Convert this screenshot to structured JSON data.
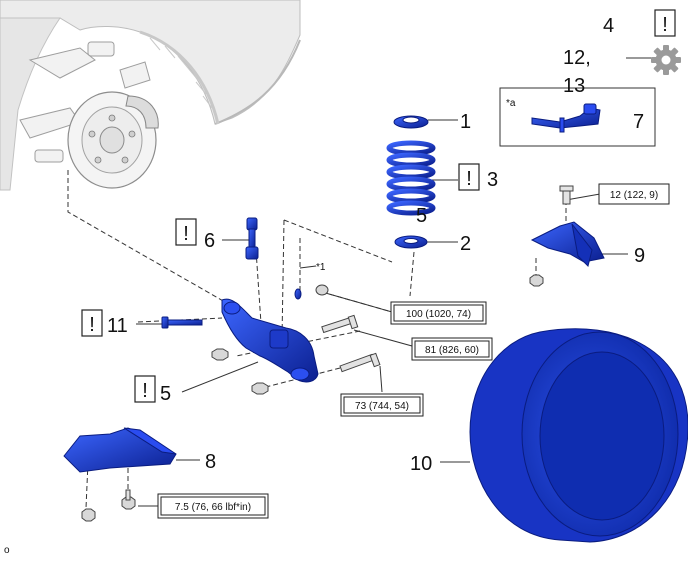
{
  "callouts": {
    "n1": "1",
    "n2": "2",
    "n3": "3",
    "n4": "4",
    "n5": "5",
    "n5b": "5",
    "n6": "6",
    "n7": "7",
    "n8": "8",
    "n9": "9",
    "n10": "10",
    "n11": "11",
    "n12": "12,",
    "n13": "13"
  },
  "marks": {
    "caution": "!",
    "note_a": "*a",
    "note_1": "*1",
    "corner": "o"
  },
  "torque": {
    "t1": "100 (1020, 74)",
    "t2": "81 (826, 60)",
    "t3": "73 (744, 54)",
    "t4": "12 (122, 9)",
    "t5": "7.5 (76, 66 lbf*in)"
  },
  "icons": {
    "caution": "caution-icon",
    "gear": "gear-icon"
  },
  "colors": {
    "part_blue": "#1a3fd6",
    "part_blue_dark": "#0c2494",
    "gear_gray": "#9a9a9a"
  }
}
